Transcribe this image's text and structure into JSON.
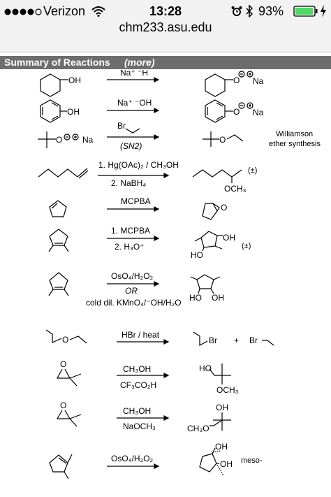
{
  "status_bar": {
    "carrier": "Verizon",
    "time": "13:28",
    "battery": "93%",
    "signal_icon": "signal-dots-icon",
    "wifi_icon": "wifi-icon",
    "alarm_icon": "alarm-clock-icon",
    "bluetooth_icon": "bluetooth-icon",
    "battery_icon": "battery-icon",
    "charging_icon": "charging-bolt-icon"
  },
  "browser": {
    "url": "chm233.asu.edu"
  },
  "banner": {
    "title": "Summary of Reactions",
    "more_link": "(more)"
  },
  "reactions": [
    {
      "reagent_top": "Na⁺ ⁻H",
      "reagent_bottom": "",
      "start_label": "OH",
      "product_label": "O",
      "product_counterion": "Na",
      "note": ""
    },
    {
      "reagent_top": "Na⁺ ⁻OH",
      "reagent_bottom": "",
      "start_label": "OH",
      "product_label": "O",
      "product_counterion": "Na",
      "note": ""
    },
    {
      "reagent_top": "Br",
      "reagent_bottom": "(SN2)",
      "start_label": "O",
      "start_counterion": "Na",
      "product_label": "O",
      "note": "Williamson ether synthesis"
    },
    {
      "reagent_top": "1.  Hg(OAc)₂ / CH₃OH",
      "reagent_bottom": "2.  NaBH₄",
      "product_label": "OCH₃",
      "note": "(±)"
    },
    {
      "reagent_top": "MCPBA",
      "reagent_bottom": "",
      "product_label": "O",
      "note": ""
    },
    {
      "reagent_top": "1. MCPBA",
      "reagent_bottom": "2.  H₃O⁺",
      "product_label_1": "OH",
      "product_label_2": "HO",
      "note": "(±)"
    },
    {
      "reagent_top": "OsO₄/H₂O₂",
      "reagent_middle": "OR",
      "reagent_bottom": "cold dil. KMnO₄/⁻OH/H₂O",
      "product_label_1": "HO",
      "product_label_2": "OH",
      "note": ""
    },
    {
      "reagent_top": "HBr / heat",
      "reagent_bottom": "",
      "start_label": "O",
      "product_label_1": "Br",
      "plus": "+",
      "product_label_2": "Br",
      "note": ""
    },
    {
      "reagent_top": "CH₃OH",
      "reagent_bottom": "CF₃CO₂H",
      "start_label": "O",
      "product_label_1": "HO",
      "product_label_2": "OCH₃",
      "note": ""
    },
    {
      "reagent_top": "CH₃OH",
      "reagent_bottom": "NaOCH₃",
      "start_label": "O",
      "product_label_1": "OH",
      "product_label_2": "CH₃O",
      "note": ""
    },
    {
      "reagent_top": "OsO₄/H₂O₂",
      "reagent_bottom": "",
      "product_label_1": "OH",
      "product_label_2": "OH",
      "note": "meso-"
    }
  ]
}
